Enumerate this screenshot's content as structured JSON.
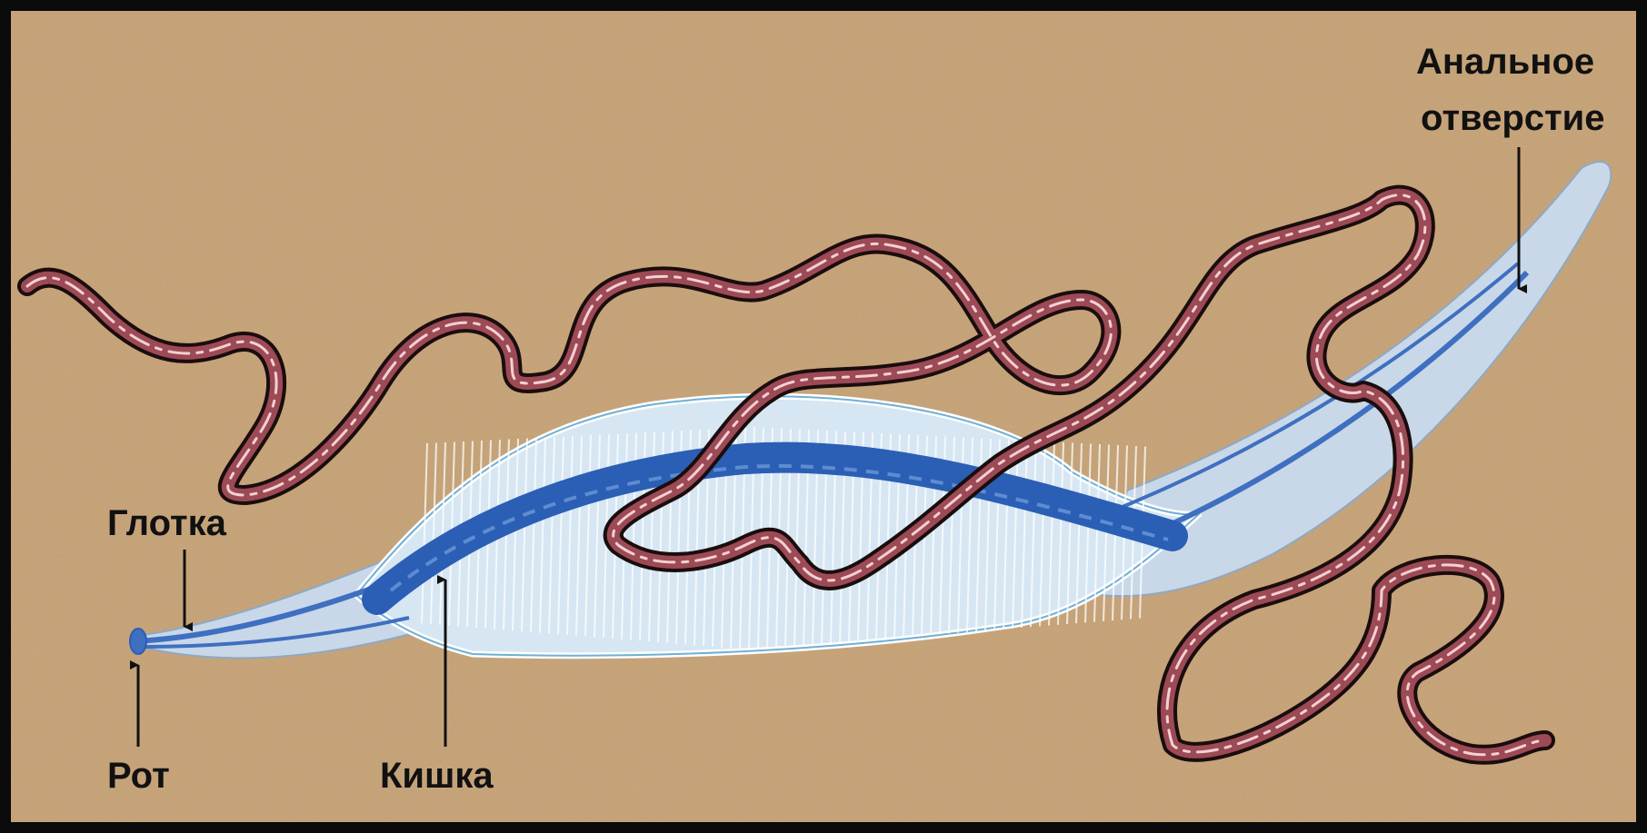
{
  "diagram": {
    "colors": {
      "background": "#c9a57a",
      "frame": "#0a0a0a",
      "body_fill": "#d6e6f2",
      "body_edge": "#ffffff",
      "gut": "#2b5eb5",
      "canal": "#3f6fc0",
      "worm_outer": "#1a0d0d",
      "worm_fill": "#9c4a55",
      "worm_highlight": "#f4d0d2",
      "label_text": "#111111",
      "arrow": "#111111"
    },
    "labels": {
      "pharynx": "Глотка",
      "mouth": "Рот",
      "intestine": "Кишка",
      "anus_line1": "Анальное",
      "anus_line2": "отверстие"
    }
  }
}
